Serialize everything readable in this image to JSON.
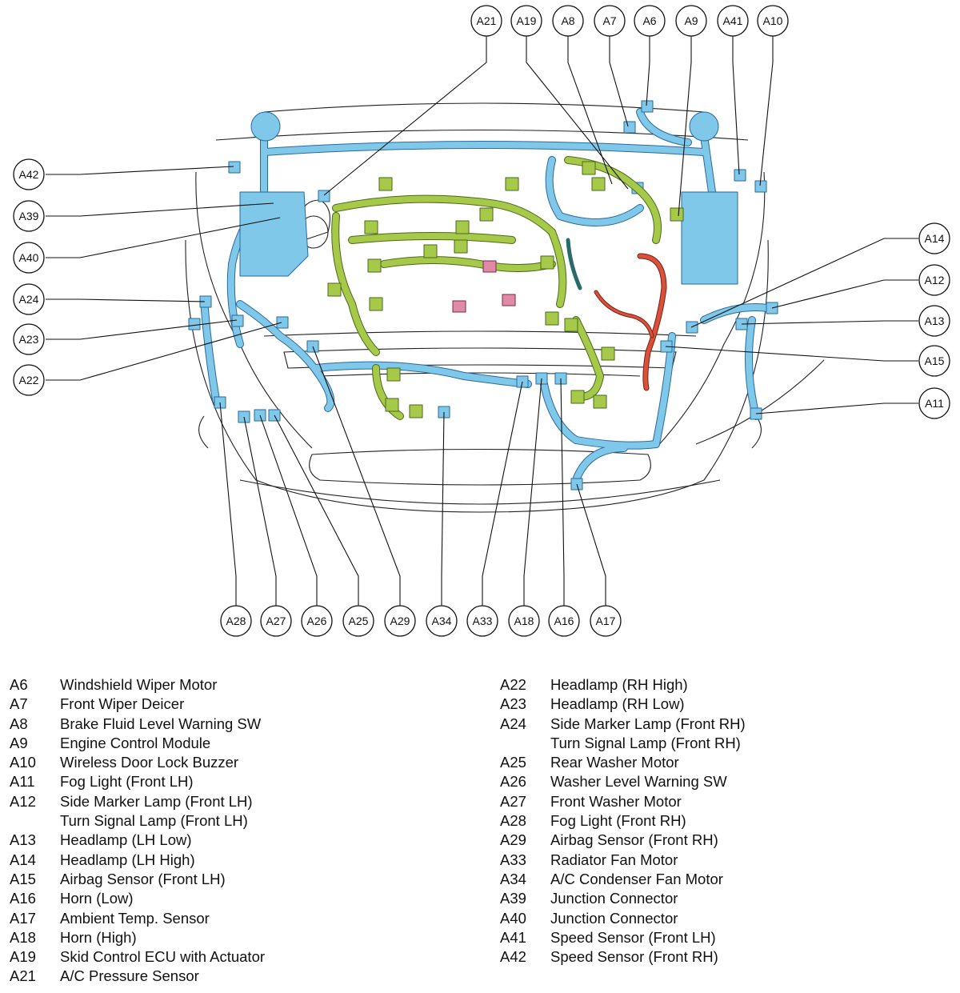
{
  "callouts": {
    "top": [
      "A21",
      "A19",
      "A8",
      "A7",
      "A6",
      "A9",
      "A41",
      "A10"
    ],
    "left": [
      "A42",
      "A39",
      "A40",
      "A24",
      "A23",
      "A22"
    ],
    "right": [
      "A14",
      "A12",
      "A13",
      "A15",
      "A11"
    ],
    "bottom": [
      "A28",
      "A27",
      "A26",
      "A25",
      "A29",
      "A34",
      "A33",
      "A18",
      "A16",
      "A17"
    ]
  },
  "colors": {
    "harness_blue": "#7fc8ea",
    "harness_green": "#a6c94a",
    "battery_red": "#d8513a",
    "connector_pink": "#e08aa8",
    "outline": "#222222"
  },
  "legend": {
    "left": [
      {
        "code": "A6",
        "desc": "Windshield Wiper Motor"
      },
      {
        "code": "A7",
        "desc": "Front Wiper Deicer"
      },
      {
        "code": "A8",
        "desc": "Brake Fluid Level Warning SW"
      },
      {
        "code": "A9",
        "desc": "Engine Control Module"
      },
      {
        "code": "A10",
        "desc": "Wireless Door Lock Buzzer"
      },
      {
        "code": "A11",
        "desc": "Fog Light (Front LH)"
      },
      {
        "code": "A12",
        "desc": "Side Marker Lamp (Front LH)"
      },
      {
        "code": "",
        "desc": "Turn Signal Lamp (Front LH)"
      },
      {
        "code": "A13",
        "desc": "Headlamp (LH Low)"
      },
      {
        "code": "A14",
        "desc": "Headlamp (LH High)"
      },
      {
        "code": "A15",
        "desc": "Airbag Sensor (Front LH)"
      },
      {
        "code": "A16",
        "desc": "Horn (Low)"
      },
      {
        "code": "A17",
        "desc": "Ambient Temp. Sensor"
      },
      {
        "code": "A18",
        "desc": "Horn (High)"
      },
      {
        "code": "A19",
        "desc": "Skid Control ECU with Actuator"
      },
      {
        "code": "A21",
        "desc": "A/C Pressure Sensor"
      }
    ],
    "right": [
      {
        "code": "A22",
        "desc": "Headlamp (RH High)"
      },
      {
        "code": "A23",
        "desc": "Headlamp (RH Low)"
      },
      {
        "code": "A24",
        "desc": "Side Marker Lamp (Front RH)"
      },
      {
        "code": "",
        "desc": "Turn Signal Lamp (Front RH)"
      },
      {
        "code": "A25",
        "desc": "Rear Washer Motor"
      },
      {
        "code": "A26",
        "desc": "Washer Level Warning SW"
      },
      {
        "code": "A27",
        "desc": "Front Washer Motor"
      },
      {
        "code": "A28",
        "desc": "Fog Light (Front RH)"
      },
      {
        "code": "A29",
        "desc": "Airbag Sensor (Front RH)"
      },
      {
        "code": "A33",
        "desc": "Radiator Fan Motor"
      },
      {
        "code": "A34",
        "desc": "A/C Condenser Fan Motor"
      },
      {
        "code": "A39",
        "desc": "Junction Connector"
      },
      {
        "code": "A40",
        "desc": "Junction Connector"
      },
      {
        "code": "A41",
        "desc": "Speed Sensor (Front LH)"
      },
      {
        "code": "A42",
        "desc": "Speed Sensor (Front RH)"
      }
    ]
  }
}
